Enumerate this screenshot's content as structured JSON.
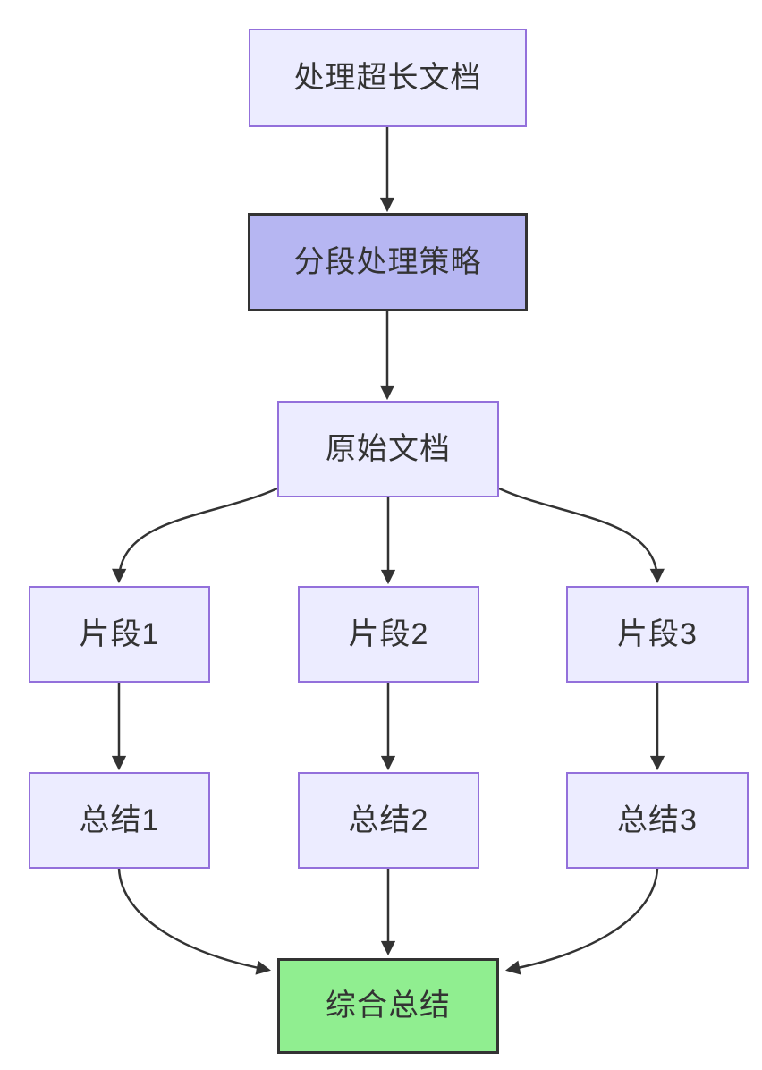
{
  "diagram": {
    "type": "flowchart",
    "direction": "top-down",
    "background": "#FFFFFF",
    "nodes": [
      {
        "id": "A",
        "label": "处理超长文档",
        "style": "default"
      },
      {
        "id": "B",
        "label": "分段处理策略",
        "style": "emphasis"
      },
      {
        "id": "C",
        "label": "原始文档",
        "style": "default"
      },
      {
        "id": "D1",
        "label": "片段1",
        "style": "default"
      },
      {
        "id": "D2",
        "label": "片段2",
        "style": "default"
      },
      {
        "id": "D3",
        "label": "片段3",
        "style": "default"
      },
      {
        "id": "S1",
        "label": "总结1",
        "style": "default"
      },
      {
        "id": "S2",
        "label": "总结2",
        "style": "default"
      },
      {
        "id": "S3",
        "label": "总结3",
        "style": "default"
      },
      {
        "id": "F",
        "label": "综合总结",
        "style": "success"
      }
    ],
    "edges": [
      {
        "from": "处理超长文档",
        "to": "分段处理策略"
      },
      {
        "from": "分段处理策略",
        "to": "原始文档"
      },
      {
        "from": "原始文档",
        "to": "片段1"
      },
      {
        "from": "原始文档",
        "to": "片段2"
      },
      {
        "from": "原始文档",
        "to": "片段3"
      },
      {
        "from": "片段1",
        "to": "总结1"
      },
      {
        "from": "片段2",
        "to": "总结2"
      },
      {
        "from": "片段3",
        "to": "总结3"
      },
      {
        "from": "总结1",
        "to": "综合总结"
      },
      {
        "from": "总结2",
        "to": "综合总结"
      },
      {
        "from": "总结3",
        "to": "综合总结"
      }
    ],
    "colors": {
      "node_fill": "#ECECFF",
      "node_border": "#9370DB",
      "emphasis_fill": "#B6B6F2",
      "emphasis_border": "#333333",
      "success_fill": "#90EE90",
      "success_border": "#333333",
      "edge": "#333333",
      "text": "#333333"
    }
  }
}
